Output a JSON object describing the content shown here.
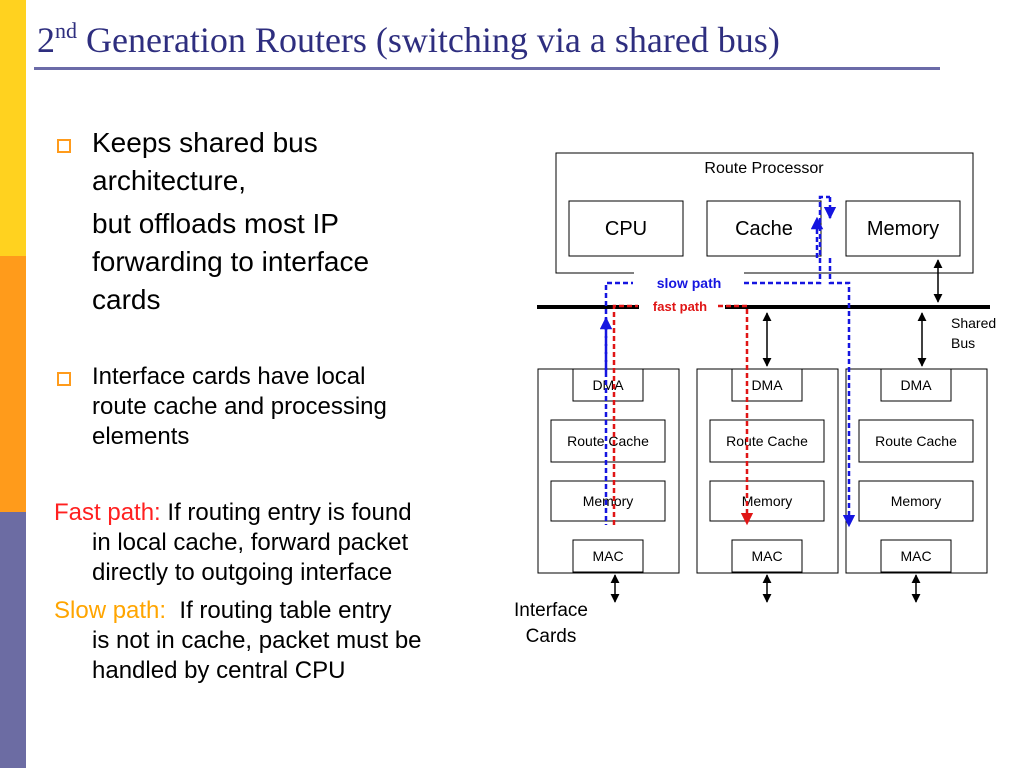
{
  "title": {
    "prefix": "2",
    "superscript": "nd",
    "rest": " Generation Routers (switching via a shared bus)"
  },
  "bullets": [
    {
      "lines": [
        "Keeps shared bus",
        "architecture,"
      ],
      "continuation": [
        "but offloads most IP",
        "forwarding to interface",
        "cards"
      ]
    },
    {
      "lines": [
        "Interface cards have local",
        "route cache and processing",
        "elements"
      ]
    }
  ],
  "fast_path": {
    "label": "Fast path:",
    "text_lines": [
      " If routing entry is found",
      "in local cache, forward packet",
      "directly to outgoing interface"
    ]
  },
  "slow_path": {
    "label": "Slow path:",
    "text_lines": [
      "  If routing table entry",
      "is not in cache, packet must be",
      "handled by central CPU"
    ]
  },
  "diagram": {
    "route_processor": {
      "label": "Route Processor",
      "components": [
        "CPU",
        "Cache",
        "Memory"
      ]
    },
    "slow_path_label": "slow path",
    "fast_path_label": "fast path",
    "shared_bus_label": [
      "Shared",
      "Bus"
    ],
    "interface_cards_label": [
      "Interface",
      "Cards"
    ],
    "card_components": [
      "DMA",
      "Route Cache",
      "Memory",
      "MAC"
    ],
    "colors": {
      "slow_path": "#1515E0",
      "fast_path": "#E01515",
      "accent_orange": "#FF9B1B",
      "title": "#2E2E7F"
    }
  }
}
